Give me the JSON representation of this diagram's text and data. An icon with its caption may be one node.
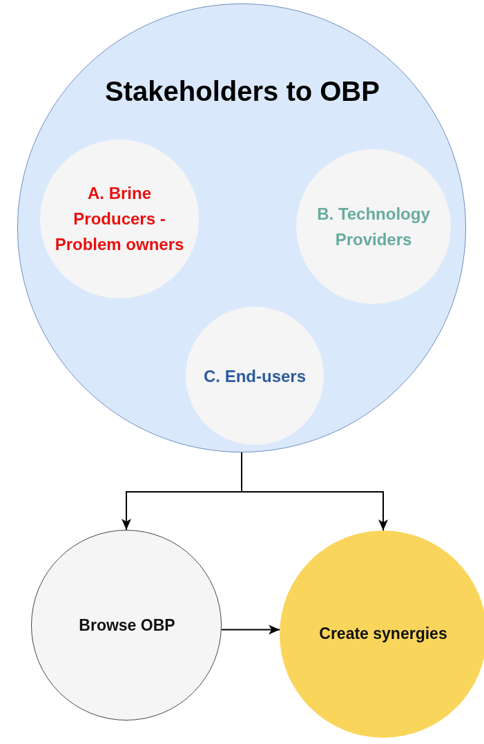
{
  "diagram": {
    "nodes": [
      {
        "text": [
          "Stakeholders to OBP"
        ]
      },
      {
        "text": [
          "A. Brine Producers - Problem owners"
        ],
        "in": 0
      },
      {
        "text": [
          "B. Technology Providers"
        ],
        "in": 0
      },
      {
        "text": [
          "C. End-users"
        ],
        "in": 0
      },
      {
        "text": [
          "Browse OBP"
        ]
      },
      {
        "text": [
          "Create synergies"
        ]
      }
    ],
    "edges": [
      {
        "from": 0,
        "to": 4,
        "arrow": "to"
      },
      {
        "from": 0,
        "to": 5,
        "arrow": "to"
      },
      {
        "from": 4,
        "to": 5,
        "arrow": "to"
      }
    ]
  }
}
